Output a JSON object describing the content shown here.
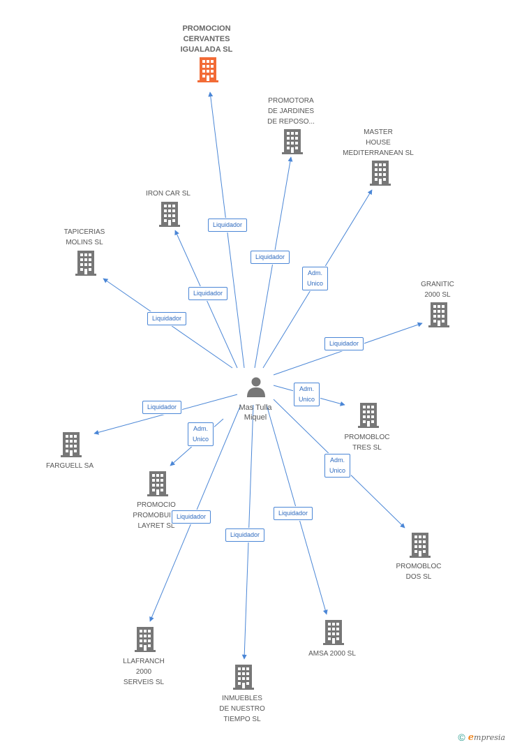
{
  "center": {
    "name": "Mas Tulla\nMiquel",
    "icon": "person-icon"
  },
  "colors": {
    "edge": "#4a86d6",
    "building": "#777777",
    "highlight": "#f26b36"
  },
  "nodes": [
    {
      "id": "promocion-cervantes",
      "label": "PROMOCION\nCERVANTES\nIGUALADA SL",
      "highlight": true,
      "role": "Liquidador"
    },
    {
      "id": "promotora-jardines",
      "label": "PROMOTORA\nDE JARDINES\nDE REPOSO...",
      "role": "Liquidador"
    },
    {
      "id": "master-house",
      "label": "MASTER\nHOUSE\nMEDITERRANEAN SL",
      "role": "Adm.\nUnico"
    },
    {
      "id": "iron-car",
      "label": "IRON CAR SL",
      "role": "Liquidador"
    },
    {
      "id": "tapicerias-molins",
      "label": "TAPICERIAS\nMOLINS  SL",
      "role": "Liquidador"
    },
    {
      "id": "granitic",
      "label": "GRANITIC\n2000 SL",
      "role": "Liquidador"
    },
    {
      "id": "farguell",
      "label": "FARGUELL SA",
      "role": "Liquidador"
    },
    {
      "id": "promocio-promobuild",
      "label": "PROMOCIO\nPROMOBUILD\nLAYRET SL",
      "role": "Adm.\nUnico"
    },
    {
      "id": "promobloc-tres",
      "label": "PROMOBLOC\nTRES SL",
      "role": "Adm.\nUnico"
    },
    {
      "id": "promobloc-dos",
      "label": "PROMOBLOC\nDOS SL",
      "role": "Adm.\nUnico"
    },
    {
      "id": "llafranch",
      "label": "LLAFRANCH\n2000\nSERVEIS SL",
      "role": "Liquidador"
    },
    {
      "id": "inmuebles",
      "label": "INMUEBLES\nDE NUESTRO\nTIEMPO SL",
      "role": "Liquidador"
    },
    {
      "id": "amsa",
      "label": "AMSA 2000 SL",
      "role": "Liquidador"
    }
  ],
  "footer": {
    "copyright": "©",
    "brand_e": "e",
    "brand_rest": "mpresia"
  }
}
